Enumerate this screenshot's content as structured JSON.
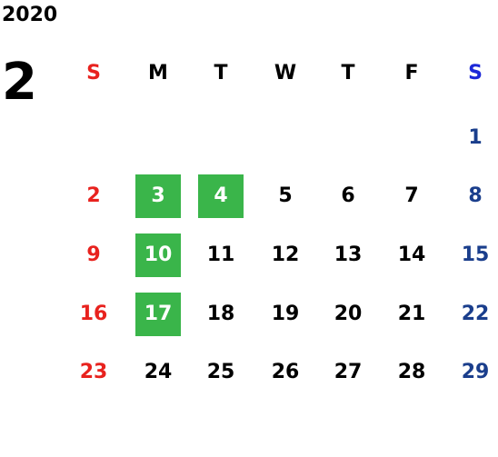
{
  "year": "2020",
  "month": "2",
  "colors": {
    "sunday": "#e8221e",
    "saturday_header": "#1c28d8",
    "saturday_day": "#1a3e8c",
    "weekday": "#000000",
    "highlight_bg": "#3ab54a",
    "highlight_text": "#ffffff"
  },
  "weekdays": [
    "S",
    "M",
    "T",
    "W",
    "T",
    "F",
    "S"
  ],
  "weeks": [
    [
      "",
      "",
      "",
      "",
      "",
      "",
      "1"
    ],
    [
      "2",
      "3",
      "4",
      "5",
      "6",
      "7",
      "8"
    ],
    [
      "9",
      "10",
      "11",
      "12",
      "13",
      "14",
      "15"
    ],
    [
      "16",
      "17",
      "18",
      "19",
      "20",
      "21",
      "22"
    ],
    [
      "23",
      "24",
      "25",
      "26",
      "27",
      "28",
      "29"
    ]
  ],
  "highlighted_days": [
    "3",
    "4",
    "10",
    "17"
  ]
}
